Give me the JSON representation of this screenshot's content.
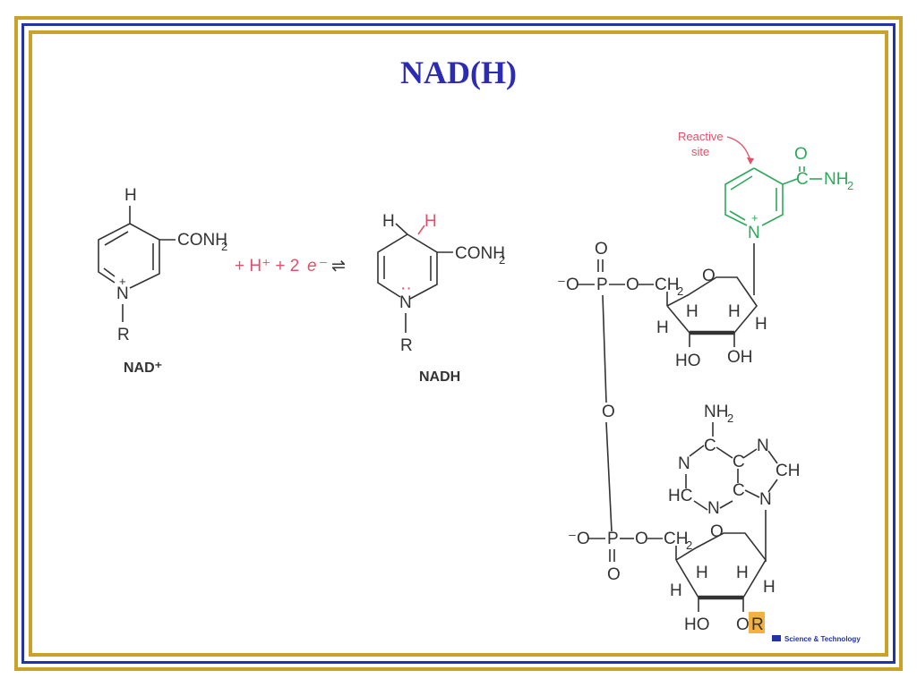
{
  "title": "NAD(H)",
  "reaction": {
    "h_top": "H",
    "conh2": "CONH",
    "sub2": "2",
    "n_atom": "N",
    "plus": "+",
    "r_group": "R",
    "reagents": "+ H⁺ + 2",
    "electron": "e⁻",
    "equilibrium": "⇌",
    "nadh_h_black": "H",
    "nadh_h_red": "H",
    "lone_pair": "··"
  },
  "labels": {
    "nad_plus": "NAD⁺",
    "nadh": "NADH"
  },
  "structure": {
    "reactive_site": [
      "Reactive",
      "site"
    ],
    "o": "O",
    "c": "C",
    "nh2": "NH",
    "n": "N",
    "plus": "+",
    "phosphate_minus_o": "⁻O",
    "p": "P",
    "ch2": "CH",
    "h": "H",
    "ho": "HO",
    "oh": "OH",
    "hc": "HC",
    "ch": "CH",
    "or": "O",
    "r": "R"
  },
  "footer_badge": "Science & Technology",
  "colors": {
    "title": "#2b2bb3",
    "border_gold": "#c9a227",
    "border_blue": "#2233a8",
    "reactive_red": "#e0506a",
    "nicotinamide_green": "#2ea85a",
    "highlight": "#f4b040"
  }
}
